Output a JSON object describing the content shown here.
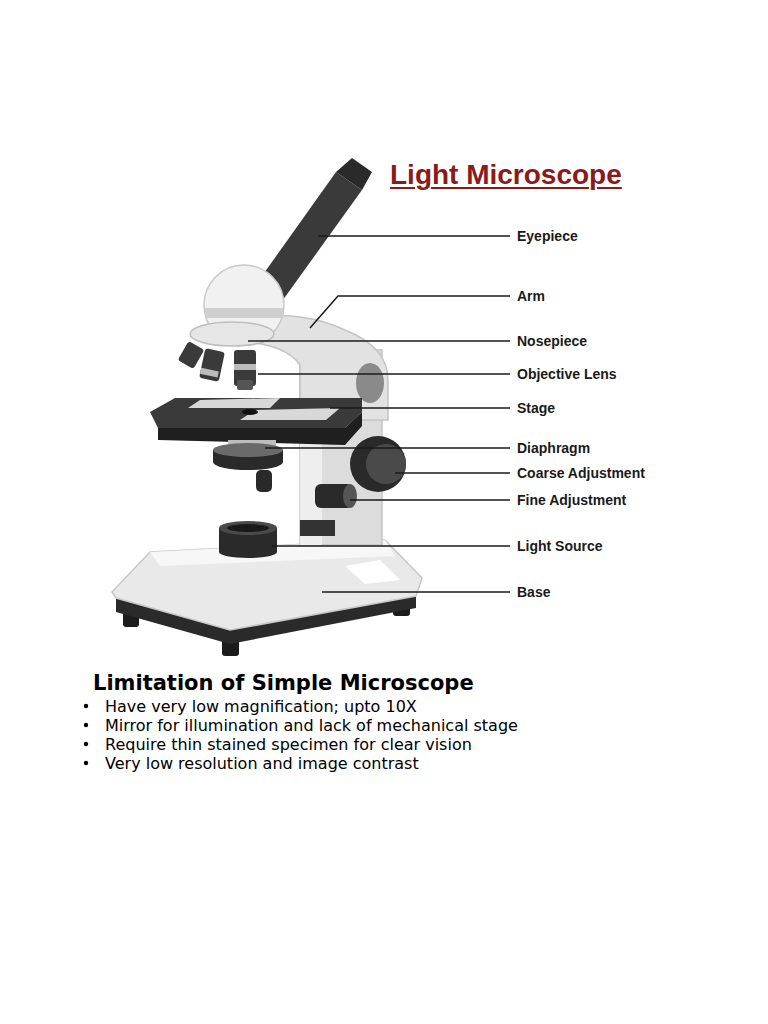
{
  "diagram": {
    "title": "Light Microscope",
    "labels": [
      "Eyepiece",
      "Arm",
      "Nosepiece",
      "Objective Lens",
      "Stage",
      "Diaphragm",
      "Coarse Adjustment",
      "Fine Adjustment",
      "Light Source",
      "Base",
      "Limitation of Simple Microscope",
      "Have very low magnification; upto 10X",
      "Mirror for illumination and lack of mechanical stage",
      "Require thin stained specimen for clear vision",
      "Very low resolution and image contrast"
    ]
  }
}
